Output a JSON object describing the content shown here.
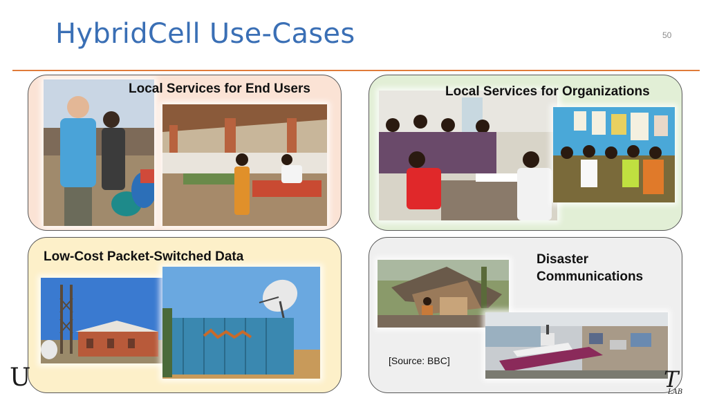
{
  "slide": {
    "title": "HybridCell Use-Cases",
    "page_number": "50"
  },
  "panels": {
    "end_users": {
      "caption": "Local Services for End Users"
    },
    "organizations": {
      "caption": "Local Services for Organizations"
    },
    "packet_data": {
      "caption": "Low-Cost Packet-Switched Data"
    },
    "disaster": {
      "caption_line1": "Disaster",
      "caption_line2": "Communications",
      "source": "[Source: BBC]"
    }
  },
  "photos": {
    "p1a": "market-crowd-photo",
    "p1b": "market-stall-photo",
    "p2a": "clinic-consultation-photo",
    "p2b": "clinic-waiting-room-photo",
    "p3a": "radio-tower-building-photo",
    "p3b": "shipping-container-satellite-photo",
    "p4a": "collapsed-house-photo",
    "p4b": "stranded-ships-photo"
  },
  "logos": {
    "left": "U",
    "right": "T",
    "right_sub": "LAB"
  },
  "colors": {
    "title": "#3a6fb5",
    "rule": "#e07b39",
    "panel_end_users": "#fbe3d5",
    "panel_organizations": "#e2efd6",
    "panel_packet_data": "#fdf0c9",
    "panel_disaster": "#efefef"
  }
}
